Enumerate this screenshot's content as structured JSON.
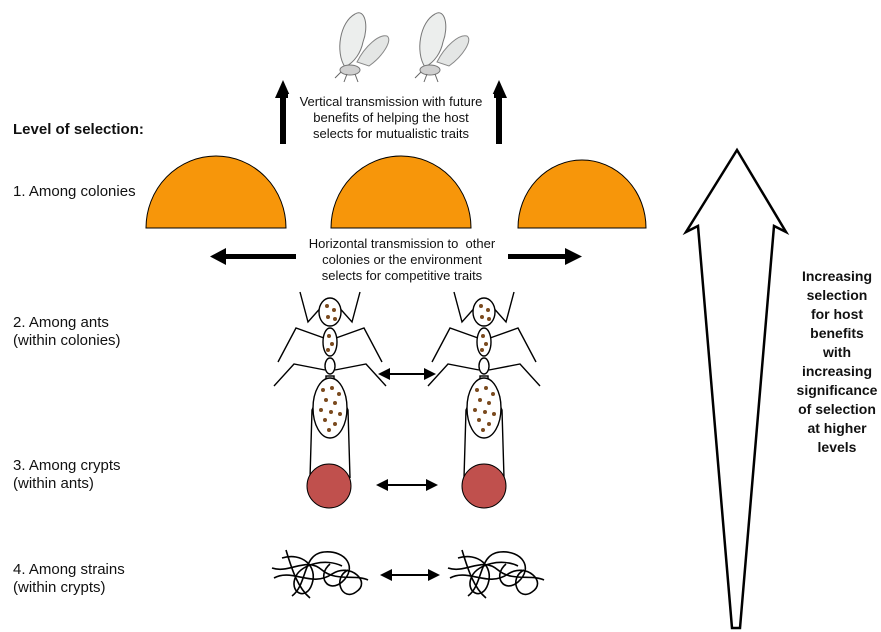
{
  "heading": "Level of selection:",
  "levels": [
    {
      "label": "1. Among colonies"
    },
    {
      "label": "2. Among ants\n(within colonies)"
    },
    {
      "label": "3. Among crypts\n(within ants)"
    },
    {
      "label": "4. Among strains\n(within crypts)"
    }
  ],
  "vertical_text": "Vertical transmission with future\nbenefits of helping the host\nselects for mutualistic traits",
  "horizontal_text": "Horizontal transmission to  other\ncolonies or the environment\nselects for competitive traits",
  "side_text": "Increasing\nselection\nfor host\nbenefits\nwith\nincreasing\nsignificance\nof selection\nat higher\nlevels",
  "colors": {
    "colony": "#f7960a",
    "crypt": "#c0504d",
    "arrow": "#000000",
    "ant_dot": "#7a4a1e"
  }
}
